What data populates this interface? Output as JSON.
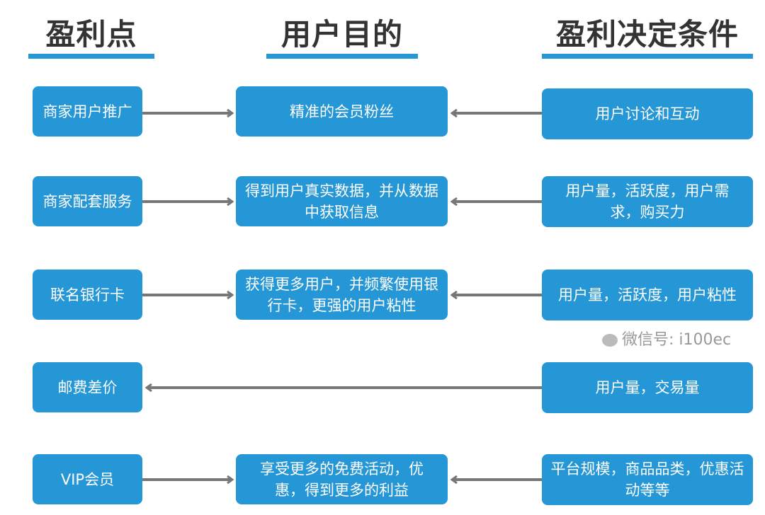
{
  "headers": [
    "盈利点",
    "用户目的",
    "盈利决定条件"
  ],
  "rows": [
    {
      "profit_point": "商家用户推广",
      "user_purpose": "精准的会员粉丝",
      "condition": "用户讨论和互动"
    },
    {
      "profit_point": "商家配套服务",
      "user_purpose": "得到用户真实数据，并从数据中获取信息",
      "condition": "用户量，活跃度，用户需求，购买力"
    },
    {
      "profit_point": "联名银行卡",
      "user_purpose": "获得更多用户，并频繁使用银行卡，更强的用户粘性",
      "condition": "用户量，活跃度，用户粘性"
    },
    {
      "profit_point": "邮费差价",
      "user_purpose": "",
      "condition": "用户量，交易量"
    },
    {
      "profit_point": "VIP会员",
      "user_purpose": "享受更多的免费活动，优惠，得到更多的利益",
      "condition": "平台规模，商品品类，优惠活动等等"
    }
  ],
  "watermark": "微信号: i100ec",
  "colors": {
    "box": "#2596d6",
    "arrow": "#777777",
    "header_text": "#333333"
  }
}
